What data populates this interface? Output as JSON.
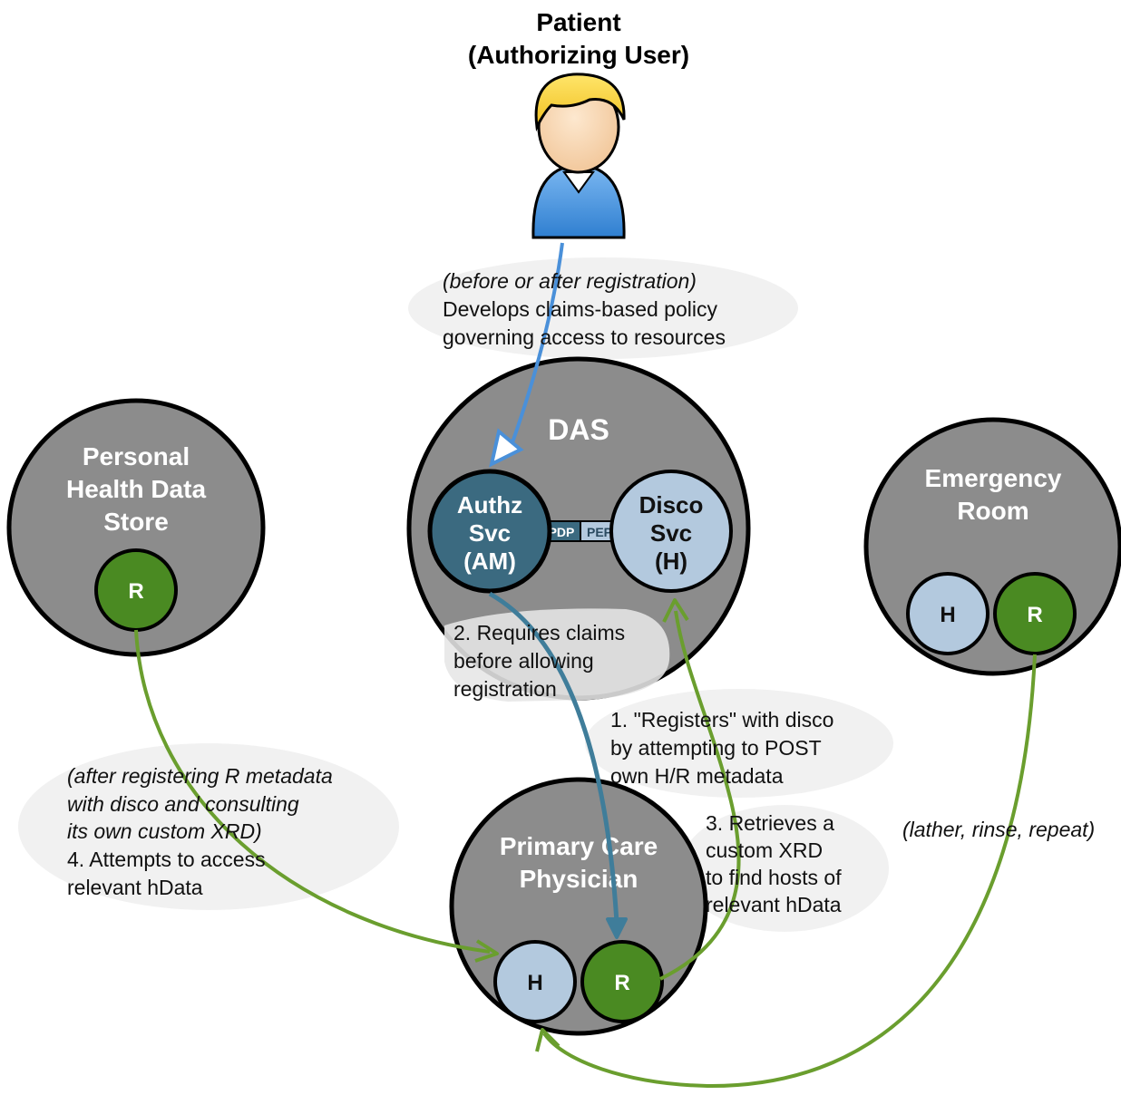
{
  "patient": {
    "line1": "Patient",
    "line2": "(Authorizing User)"
  },
  "das": {
    "title": "DAS",
    "authz": [
      "Authz",
      "Svc",
      "(AM)"
    ],
    "disco": [
      "Disco",
      "Svc",
      "(H)"
    ],
    "pdp": "PDP",
    "pep": "PEP"
  },
  "phds": {
    "title": [
      "Personal",
      "Health Data",
      "Store"
    ],
    "r": "R"
  },
  "er": {
    "title": [
      "Emergency",
      "Room"
    ],
    "h": "H",
    "r": "R"
  },
  "pcp": {
    "title": [
      "Primary Care",
      "Physician"
    ],
    "h": "H",
    "r": "R"
  },
  "annotations": {
    "policy": {
      "italic": "(before or after registration)",
      "lines": [
        "Develops claims-based policy",
        "governing access to resources"
      ]
    },
    "requires": [
      "2. Requires claims",
      "before allowing",
      "registration"
    ],
    "registers": [
      "1. \"Registers\" with disco",
      "by attempting to POST",
      "own H/R metadata"
    ],
    "retrieves": [
      "3. Retrieves a",
      "custom XRD",
      "to find hosts of",
      "relevant hData"
    ],
    "attempts": {
      "italic": [
        "(after registering R metadata",
        "with disco and consulting",
        "its own custom XRD)"
      ],
      "lines": [
        "4. Attempts to access",
        "relevant hData"
      ]
    },
    "lather": "(lather, rinse, repeat)"
  },
  "colors": {
    "big_circle": "#8c8c8c",
    "authz": "#3b6a80",
    "light": "#b3c9de",
    "green": "#4a8a22",
    "arrow_green": "#6a9e2e",
    "arrow_blue": "#3f7d9a",
    "arrow_light_blue": "#4a90d9"
  }
}
